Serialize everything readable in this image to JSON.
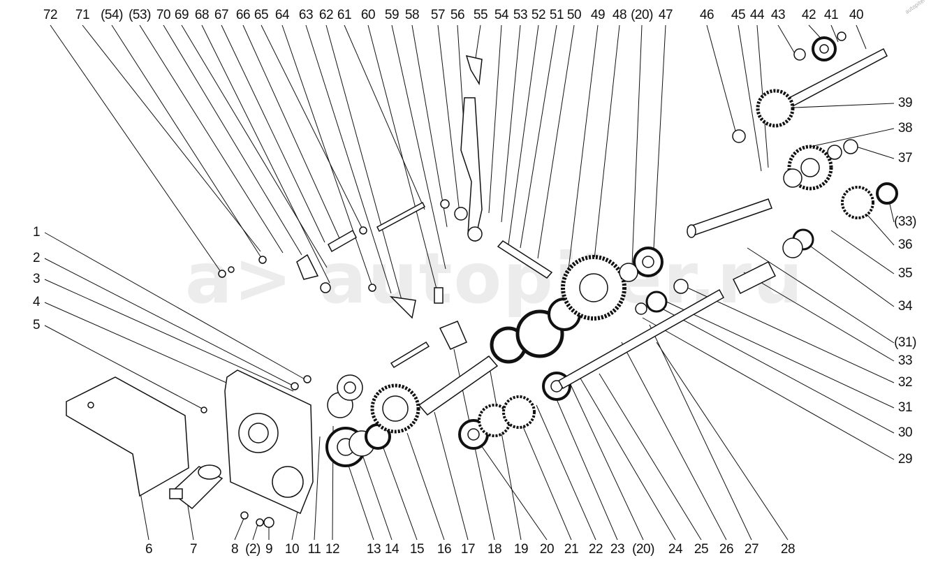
{
  "watermark": "a> autopiter.ru",
  "corner_mark": "autopiter",
  "labels": {
    "top": [
      "72",
      "71",
      "(54)",
      "(53)",
      "70",
      "69",
      "68",
      "67",
      "66",
      "65",
      "64",
      "63",
      "62",
      "61",
      "60",
      "59",
      "58",
      "57",
      "56",
      "55",
      "54",
      "53",
      "52",
      "51",
      "50",
      "49",
      "48",
      "(20)",
      "47",
      "46",
      "45",
      "44",
      "43",
      "42",
      "41",
      "40"
    ],
    "left": [
      "1",
      "2",
      "3",
      "4",
      "5"
    ],
    "bottom": [
      "6",
      "7",
      "8",
      "(2)",
      "9",
      "10",
      "11",
      "12",
      "13",
      "14",
      "15",
      "16",
      "17",
      "18",
      "19",
      "20",
      "21",
      "22",
      "23",
      "(20)",
      "24",
      "25",
      "26",
      "27",
      "28"
    ],
    "right": [
      "39",
      "38",
      "37",
      "(33)",
      "36",
      "35",
      "34",
      "(31)",
      "33",
      "32",
      "31",
      "30",
      "29"
    ]
  }
}
